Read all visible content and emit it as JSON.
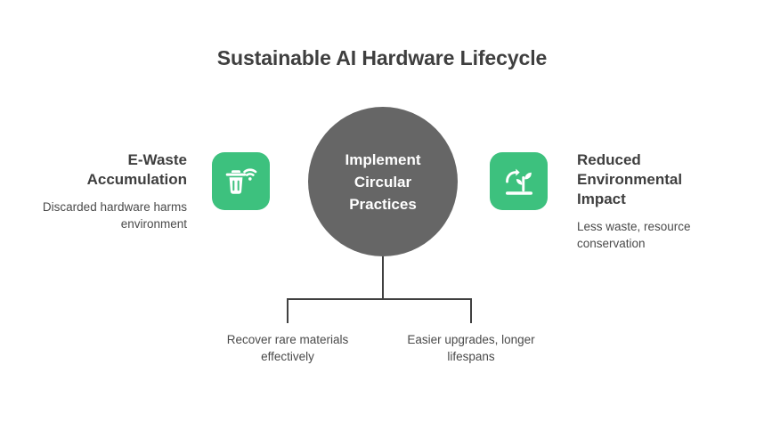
{
  "title": "Sustainable AI Hardware Lifecycle",
  "colors": {
    "accent_green": "#3dc17e",
    "center_circle": "#666666",
    "heading_text": "#3f3f3f",
    "body_text": "#4a4a4a",
    "connector": "#404040",
    "background": "#ffffff"
  },
  "center": {
    "label": "Implement Circular Practices",
    "label_lines": [
      "Implement",
      "Circular",
      "Practices"
    ]
  },
  "left": {
    "icon": "trash-wifi-icon",
    "heading": "E-Waste Accumulation",
    "heading_lines": [
      "E-Waste",
      "Accumulation"
    ],
    "body": "Discarded hardware harms environment"
  },
  "right": {
    "icon": "plant-growth-icon",
    "heading": "Reduced Environmental Impact",
    "heading_lines": [
      "Reduced",
      "Environmental",
      "Impact"
    ],
    "body": "Less waste, resource conservation"
  },
  "outcomes": [
    {
      "label": "Recover rare materials effectively"
    },
    {
      "label": "Easier upgrades, longer lifespans"
    }
  ]
}
